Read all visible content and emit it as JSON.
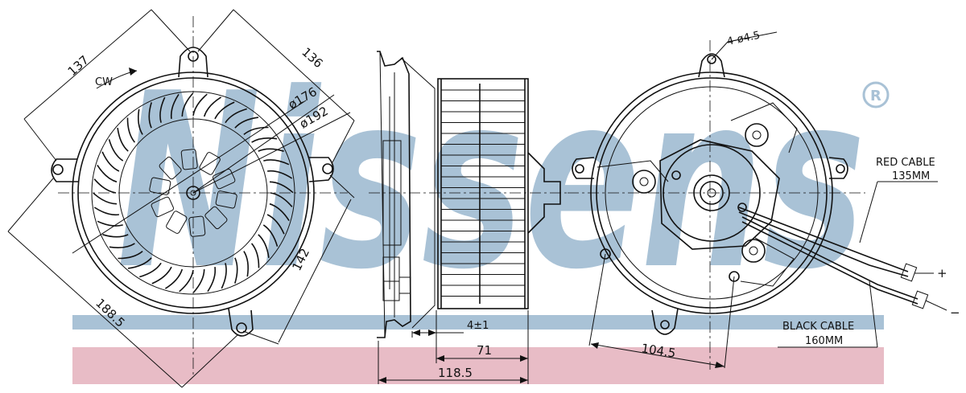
{
  "watermark": {
    "text": "Nissens",
    "mark": "®",
    "color": "#a9c2d6",
    "band_blue": "#a9c2d6",
    "band_pink": "#e8bcc6"
  },
  "front_view": {
    "dim_137": "137",
    "dim_136": "136",
    "dim_cw": "CW",
    "dim_d176": "ø176",
    "dim_d192": "ø192",
    "dim_142": "142",
    "dim_188": "188.5"
  },
  "side_view": {
    "dim_4": "4±1",
    "dim_71": "71",
    "dim_118": "118.5"
  },
  "rear_view": {
    "holes": "4-ø4.5",
    "dim_104": "104.5",
    "red_cable_title": "RED CABLE",
    "red_cable_len": "135MM",
    "black_cable_title": "BLACK CABLE",
    "black_cable_len": "160MM",
    "plus": "+",
    "minus": "−"
  }
}
